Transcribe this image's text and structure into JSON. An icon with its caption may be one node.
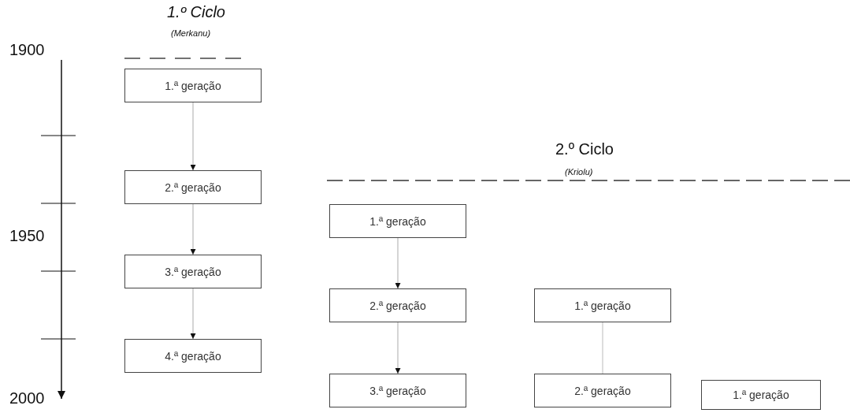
{
  "diagram": {
    "nodes": [
      {
        "text": [
          "1.ª geração"
        ]
      },
      {
        "text": [
          "2.ª geração"
        ]
      },
      {
        "text": [
          "3.ª geração"
        ]
      },
      {
        "text": [
          "4.ª geração"
        ]
      },
      {
        "text": [
          "1.ª geração"
        ]
      },
      {
        "text": [
          "2.ª geração"
        ]
      },
      {
        "text": [
          "3.ª geração"
        ]
      },
      {
        "text": [
          "1.ª geração"
        ]
      },
      {
        "text": [
          "2.ª geração"
        ]
      },
      {
        "text": [
          "1.ª geração"
        ]
      }
    ],
    "edges": [
      {
        "from": 0,
        "to": 1,
        "arrow": "to"
      },
      {
        "from": 1,
        "to": 2,
        "arrow": "to"
      },
      {
        "from": 2,
        "to": 3,
        "arrow": "to"
      },
      {
        "from": 4,
        "to": 5,
        "arrow": "to"
      },
      {
        "from": 5,
        "to": 6,
        "arrow": "to"
      },
      {
        "from": 7,
        "to": 8,
        "arrow": "none"
      }
    ],
    "labels": [
      "1.º Ciclo",
      "(Merkanu)",
      "1900",
      "2.º Ciclo",
      "(Kriolu)",
      "1950",
      "2000"
    ]
  }
}
